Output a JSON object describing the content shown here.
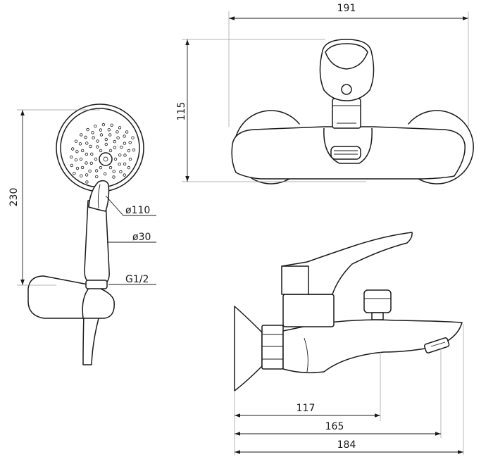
{
  "dimensions": {
    "width_top": "191",
    "height_top": "115",
    "shower_length": "230",
    "head_diameter": "ø110",
    "handle_diameter": "ø30",
    "thread": "G1/2",
    "spout_a": "117",
    "spout_b": "165",
    "spout_c": "184"
  }
}
